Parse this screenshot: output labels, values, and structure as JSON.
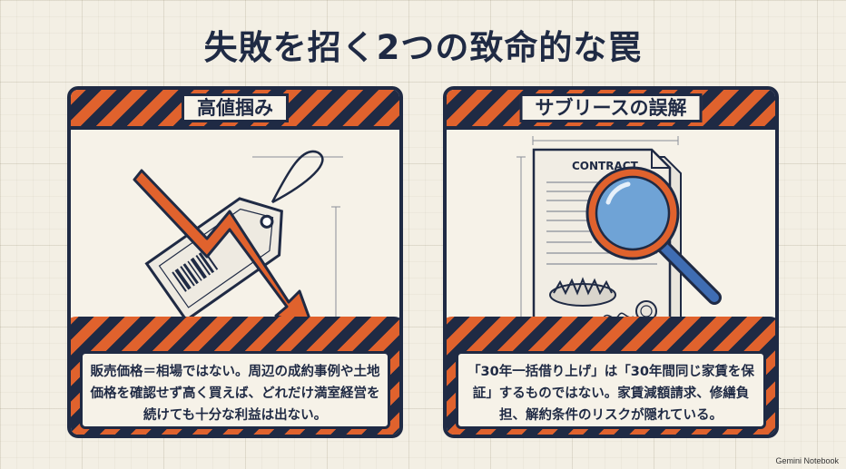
{
  "title": "失敗を招く2つの致命的な罠",
  "cards": [
    {
      "heading": "高値掴み",
      "body": "販売価格＝相場ではない。周辺の成約事例や土地価格を確認せず高く買えば、どれだけ満室経営を続けても十分な利益は出ない。",
      "icon": "price-tag-falling-arrow"
    },
    {
      "heading": "サブリースの誤解",
      "body": "「30年一括借り上げ」は「30年間同じ家賃を保証」するものではない。家賃減額請求、修繕負担、解約条件のリスクが隠れている。",
      "contract_label": "CONTRACT",
      "icon": "contract-magnifier-trap"
    }
  ],
  "watermark": "Gemini Notebook",
  "colors": {
    "navy": "#1f2a44",
    "orange": "#e0622d",
    "paper": "#f3efe4"
  }
}
